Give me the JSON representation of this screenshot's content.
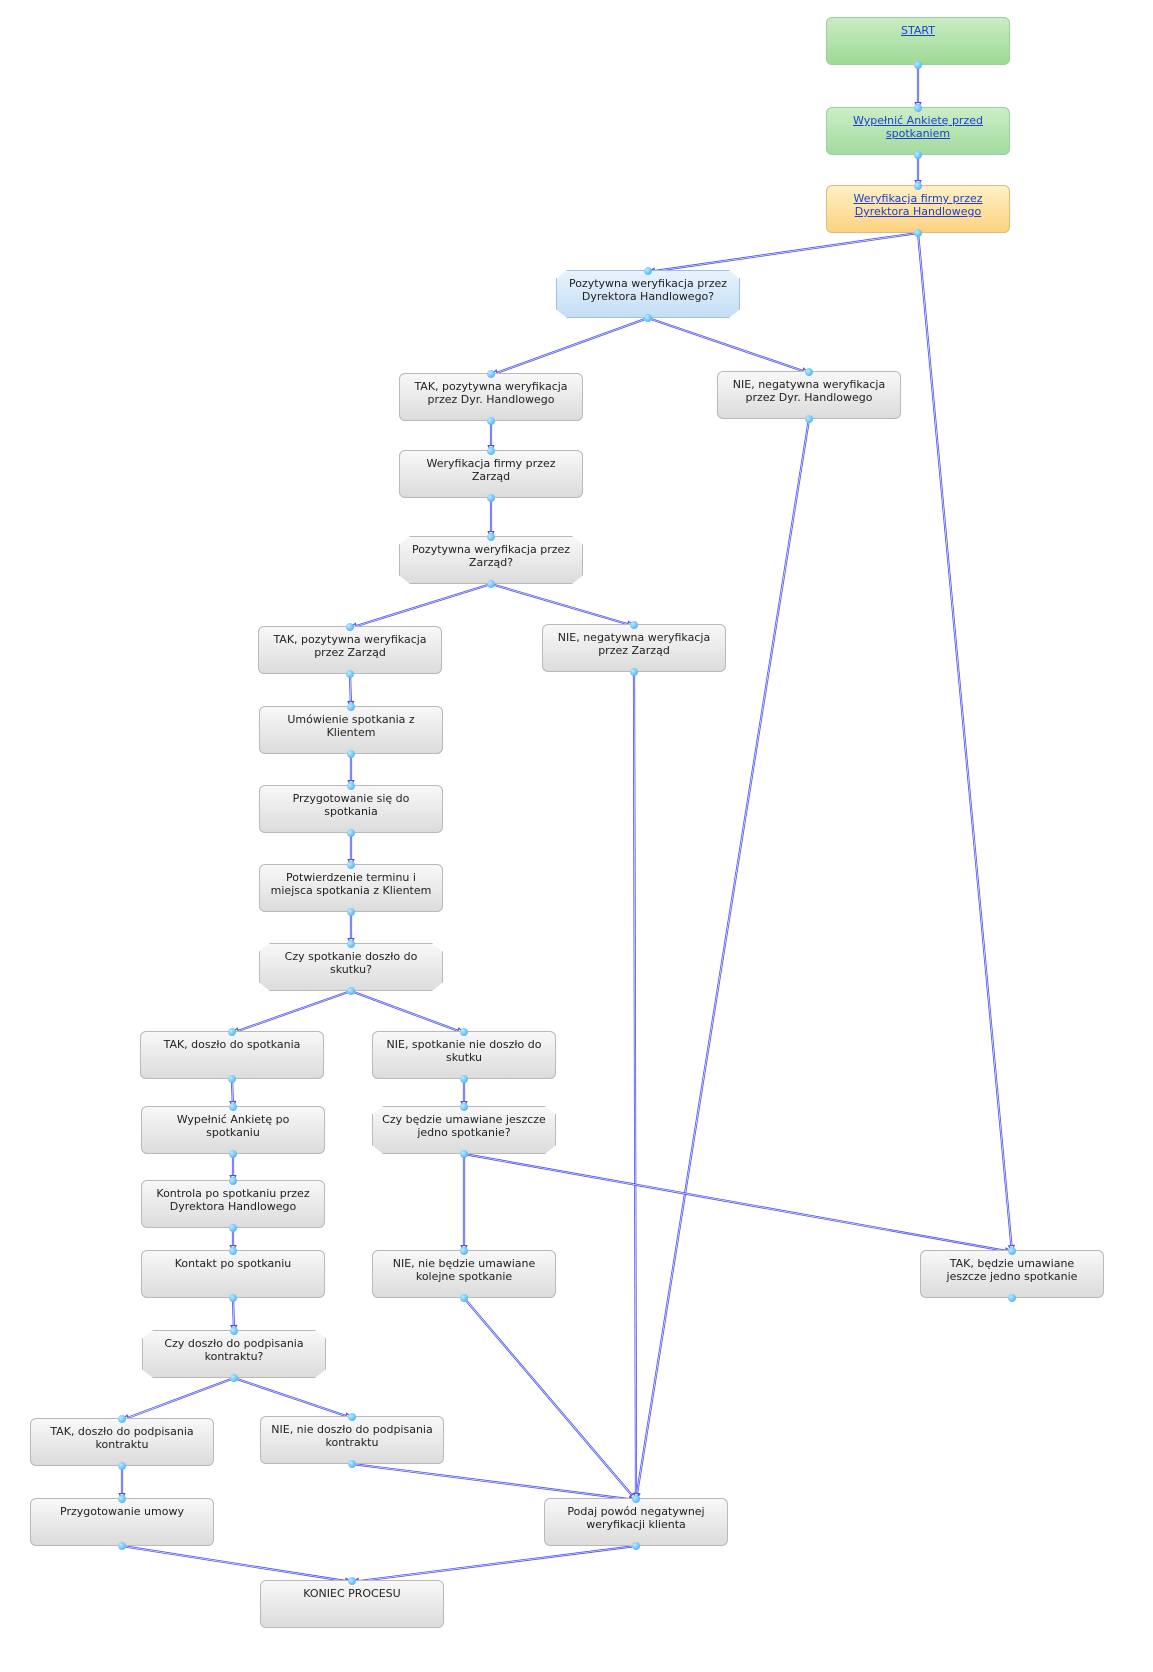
{
  "diagram": {
    "nodes": [
      {
        "id": "n1",
        "label": "START",
        "style": "start",
        "link": true
      },
      {
        "id": "n2",
        "label": "Wypełnić Ankietę przed spotkaniem",
        "style": "green",
        "link": true
      },
      {
        "id": "n3",
        "label": "Weryfikacja firmy przez Dyrektora Handlowego",
        "style": "yellow",
        "link": true
      },
      {
        "id": "n4",
        "label": "Pozytywna weryfikacja przez Dyrektora Handlowego?",
        "style": "blue",
        "shape": "decision"
      },
      {
        "id": "n5",
        "label": "TAK, pozytywna weryfikacja przez Dyr. Handlowego",
        "style": "gray"
      },
      {
        "id": "n6",
        "label": "NIE, negatywna weryfikacja przez Dyr. Handlowego",
        "style": "gray"
      },
      {
        "id": "n7",
        "label": "Weryfikacja firmy przez Zarząd",
        "style": "gray"
      },
      {
        "id": "n8",
        "label": "Pozytywna weryfikacja przez Zarząd?",
        "style": "gray",
        "shape": "decision"
      },
      {
        "id": "n9",
        "label": "TAK, pozytywna weryfikacja przez Zarząd",
        "style": "gray"
      },
      {
        "id": "n10",
        "label": "NIE, negatywna weryfikacja przez Zarząd",
        "style": "gray"
      },
      {
        "id": "n11",
        "label": "Umówienie spotkania z Klientem",
        "style": "gray"
      },
      {
        "id": "n12",
        "label": "Przygotowanie się do spotkania",
        "style": "gray"
      },
      {
        "id": "n13",
        "label": "Potwierdzenie terminu i miejsca spotkania z Klientem",
        "style": "gray"
      },
      {
        "id": "n14",
        "label": "Czy spotkanie doszło do skutku?",
        "style": "gray",
        "shape": "decision"
      },
      {
        "id": "n15",
        "label": "TAK, doszło do spotkania",
        "style": "gray"
      },
      {
        "id": "n16",
        "label": "NIE, spotkanie nie doszło do skutku",
        "style": "gray"
      },
      {
        "id": "n17",
        "label": "Wypełnić Ankietę po spotkaniu",
        "style": "gray"
      },
      {
        "id": "n18",
        "label": "Czy będzie umawiane jeszcze jedno spotkanie?",
        "style": "gray",
        "shape": "decision"
      },
      {
        "id": "n19",
        "label": "Kontrola po spotkaniu przez Dyrektora Handlowego",
        "style": "gray"
      },
      {
        "id": "n20",
        "label": "Kontakt po spotkaniu",
        "style": "gray"
      },
      {
        "id": "n21",
        "label": "NIE, nie będzie umawiane kolejne spotkanie",
        "style": "gray"
      },
      {
        "id": "n22",
        "label": "TAK, będzie umawiane jeszcze jedno spotkanie",
        "style": "gray"
      },
      {
        "id": "n23",
        "label": "Czy doszło do podpisania kontraktu?",
        "style": "gray",
        "shape": "decision"
      },
      {
        "id": "n24",
        "label": "TAK, doszło do podpisania kontraktu",
        "style": "gray"
      },
      {
        "id": "n25",
        "label": "NIE, nie doszło do podpisania kontraktu",
        "style": "gray"
      },
      {
        "id": "n26",
        "label": "Przygotowanie umowy",
        "style": "gray"
      },
      {
        "id": "n27",
        "label": "Podaj powód negatywnej weryfikacji klienta",
        "style": "gray"
      },
      {
        "id": "n28",
        "label": "KONIEC PROCESU",
        "style": "gray"
      }
    ],
    "edges": [
      {
        "from": "n1",
        "to": "n2"
      },
      {
        "from": "n2",
        "to": "n3"
      },
      {
        "from": "n3",
        "to": "n4"
      },
      {
        "from": "n3",
        "to": "n22"
      },
      {
        "from": "n4",
        "to": "n5"
      },
      {
        "from": "n4",
        "to": "n6"
      },
      {
        "from": "n5",
        "to": "n7"
      },
      {
        "from": "n6",
        "to": "n27"
      },
      {
        "from": "n7",
        "to": "n8"
      },
      {
        "from": "n8",
        "to": "n9"
      },
      {
        "from": "n8",
        "to": "n10"
      },
      {
        "from": "n9",
        "to": "n11"
      },
      {
        "from": "n10",
        "to": "n27"
      },
      {
        "from": "n11",
        "to": "n12"
      },
      {
        "from": "n12",
        "to": "n13"
      },
      {
        "from": "n13",
        "to": "n14"
      },
      {
        "from": "n14",
        "to": "n15"
      },
      {
        "from": "n14",
        "to": "n16"
      },
      {
        "from": "n15",
        "to": "n17"
      },
      {
        "from": "n16",
        "to": "n18"
      },
      {
        "from": "n17",
        "to": "n19"
      },
      {
        "from": "n18",
        "to": "n21"
      },
      {
        "from": "n18",
        "to": "n22"
      },
      {
        "from": "n19",
        "to": "n20"
      },
      {
        "from": "n20",
        "to": "n23"
      },
      {
        "from": "n21",
        "to": "n27"
      },
      {
        "from": "n23",
        "to": "n24"
      },
      {
        "from": "n23",
        "to": "n25"
      },
      {
        "from": "n24",
        "to": "n26"
      },
      {
        "from": "n25",
        "to": "n27"
      },
      {
        "from": "n26",
        "to": "n28"
      },
      {
        "from": "n27",
        "to": "n28"
      }
    ],
    "colors": {
      "edge": "#4a4ff0",
      "port": "#2ba5f2"
    }
  }
}
